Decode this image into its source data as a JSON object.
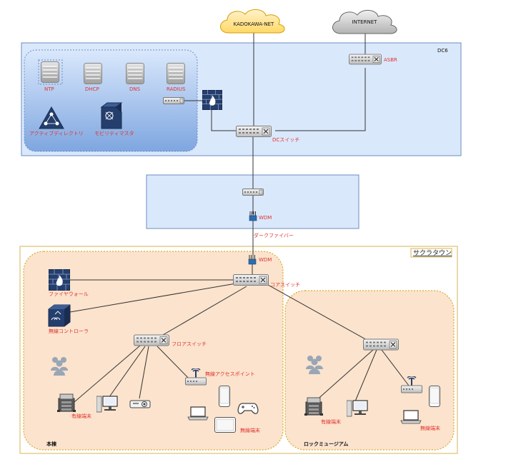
{
  "clouds": {
    "kadokawa": "KADOKAWA-NET",
    "internet": "INTERNET"
  },
  "dc": {
    "title": "DC6",
    "asbr": "ASBR",
    "servers": {
      "ntp": "NTP",
      "dhcp": "DHCP",
      "dns": "DNS",
      "radius": "RADIUS"
    },
    "active_directory": "アクティブディレクトリ",
    "mobility_master": "モビリティマスタ",
    "dc_switch": "DCスイッチ"
  },
  "transport": {
    "wdm_dc": "WDM",
    "dark_fiber": "ダークファイバー",
    "wdm_site": "WDM"
  },
  "site": {
    "title": "サクラタウン",
    "main_building": {
      "name": "本棟",
      "core_switch": "コアスイッチ",
      "firewall": "ファイヤウォール",
      "wireless_controller": "無線コントローラ",
      "floor_switch": "フロアスイッチ",
      "access_point": "無線アクセスポイント",
      "wired_terminals": "有線端末",
      "wireless_terminals": "無線端末"
    },
    "museum": {
      "name": "ロックミュージアム",
      "wired_terminals": "有線端末",
      "wireless_terminals": "無線端末"
    }
  },
  "colors": {
    "label_red": "#e0332f",
    "dc_fill": "#dae8fc",
    "dc_stroke": "#6c8ebf",
    "site_stroke": "#d6b656",
    "building_fill": "#fbe3cd",
    "building_stroke": "#d79b00",
    "icon_navy": "#243e6d",
    "icon_gray": "#9aa6b5"
  }
}
